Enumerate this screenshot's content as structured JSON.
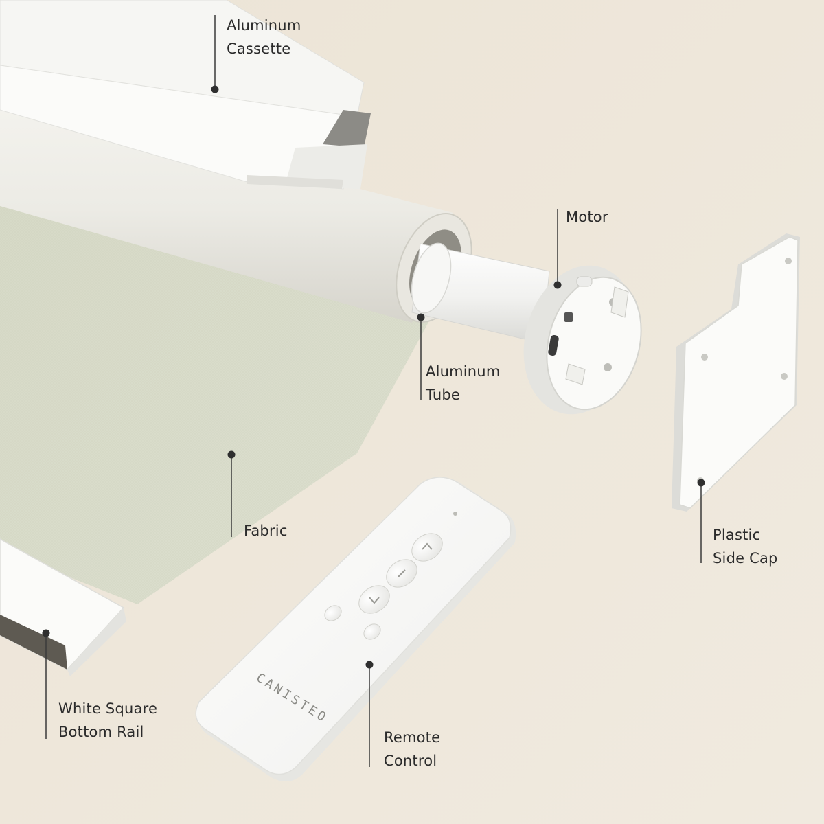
{
  "labels": {
    "cassette": {
      "line1": "Aluminum",
      "line2": "Cassette"
    },
    "motor": {
      "line1": "Motor"
    },
    "tube": {
      "line1": "Aluminum",
      "line2": "Tube"
    },
    "fabric": {
      "line1": "Fabric"
    },
    "side_cap": {
      "line1": "Plastic",
      "line2": "Side Cap"
    },
    "bottom_rail": {
      "line1": "White Square",
      "line2": "Bottom Rail"
    },
    "remote": {
      "line1": "Remote",
      "line2": "Control"
    }
  },
  "remote_brand": "CANISTEO",
  "colors": {
    "background": "#efe8dc",
    "fabric": "#d9dccb",
    "component_white": "#fbfbf9",
    "callout_line": "#3a3a3a",
    "text": "#2b2b2b"
  }
}
